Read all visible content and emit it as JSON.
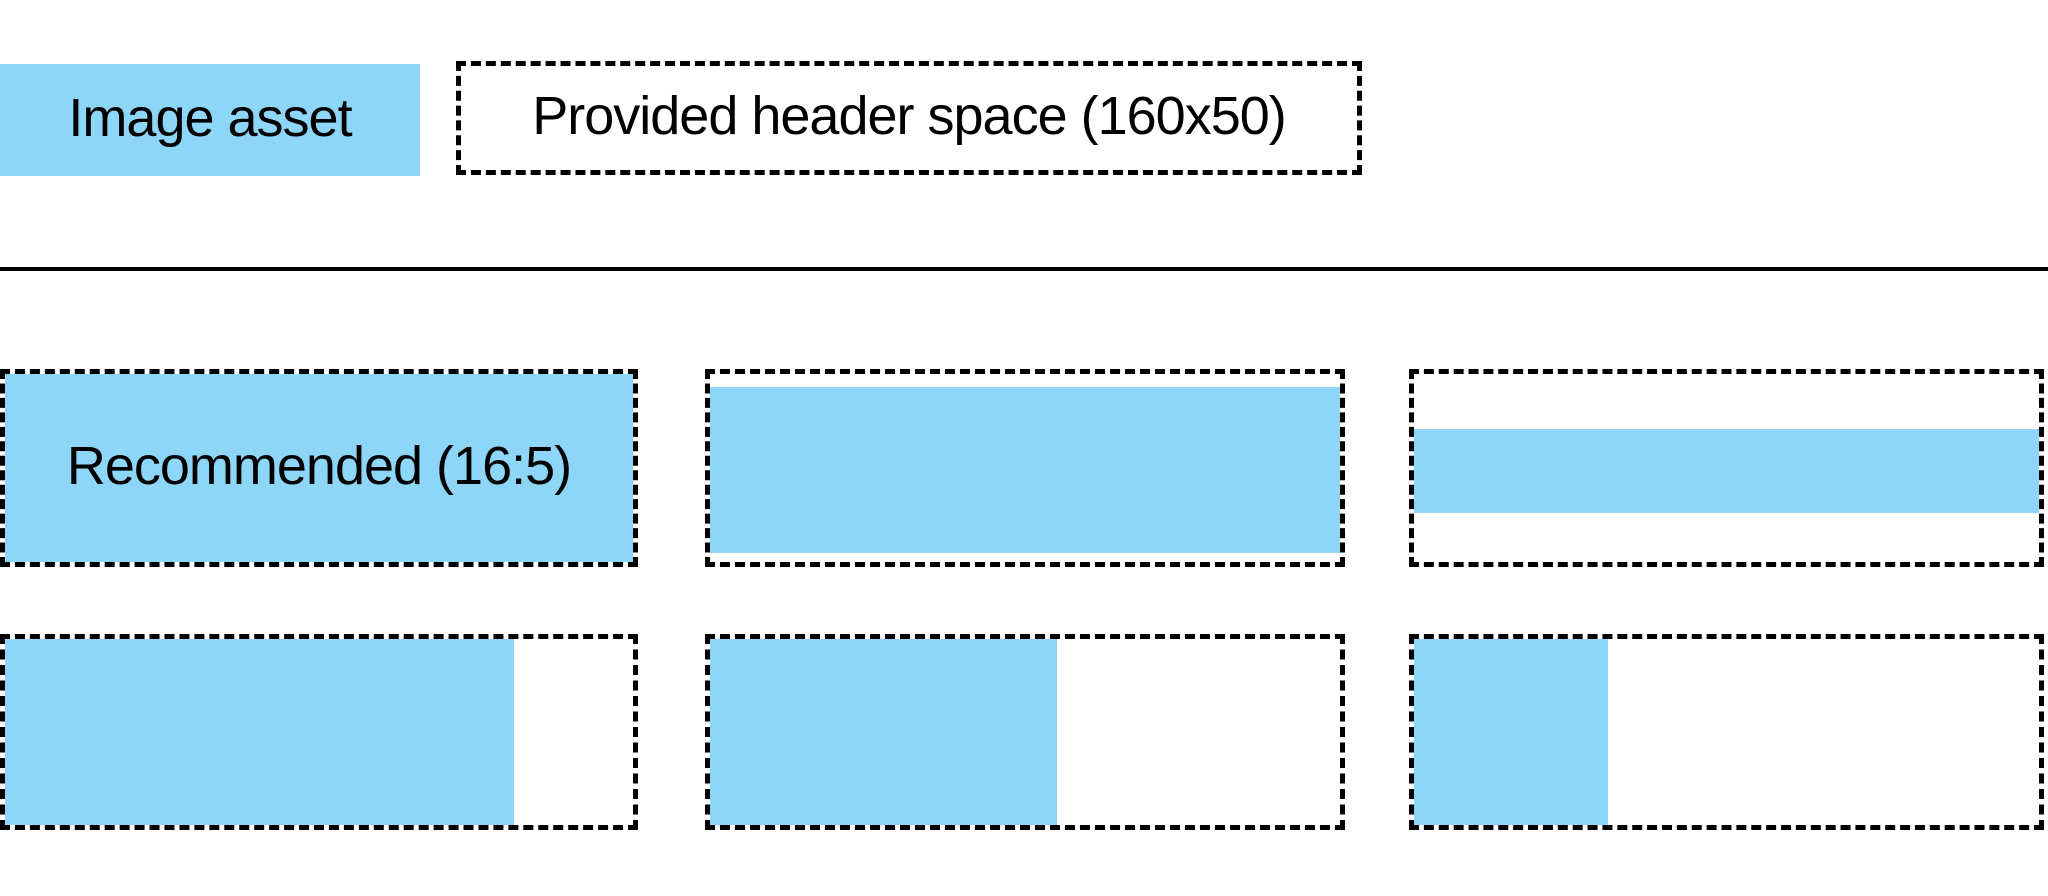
{
  "colors": {
    "image_asset_blue": "#8DD6F7",
    "outline_black": "#000000",
    "background": "#FFFFFF"
  },
  "legend": {
    "image_asset_label": "Image asset",
    "header_space_label": "Provided header space (160x50)"
  },
  "examples": [
    {
      "id": "row1-col1",
      "label": "Recommended (16:5)",
      "fill": {
        "left_pct": 0,
        "top_pct": 0,
        "width_pct": 100,
        "height_pct": 100
      }
    },
    {
      "id": "row1-col2",
      "label": "",
      "fill": {
        "left_pct": 0,
        "top_pct": 7,
        "width_pct": 100,
        "height_pct": 88
      }
    },
    {
      "id": "row1-col3",
      "label": "",
      "fill": {
        "left_pct": 0,
        "top_pct": 29,
        "width_pct": 100,
        "height_pct": 45
      }
    },
    {
      "id": "row2-col1",
      "label": "",
      "fill": {
        "left_pct": 0,
        "top_pct": 0,
        "width_pct": 81,
        "height_pct": 100
      }
    },
    {
      "id": "row2-col2",
      "label": "",
      "fill": {
        "left_pct": 0,
        "top_pct": 0,
        "width_pct": 55,
        "height_pct": 100
      }
    },
    {
      "id": "row2-col3",
      "label": "",
      "fill": {
        "left_pct": 0,
        "top_pct": 0,
        "width_pct": 31,
        "height_pct": 100
      }
    }
  ]
}
